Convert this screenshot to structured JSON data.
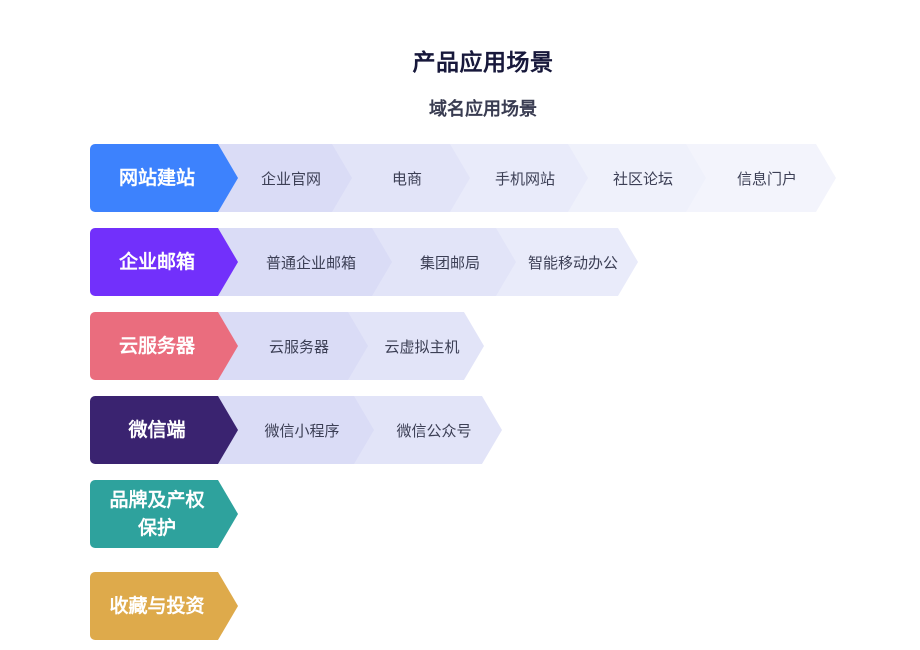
{
  "header": {
    "title": "产品应用场景",
    "subtitle": "域名应用场景"
  },
  "categories": [
    {
      "label": "网站建站",
      "color": "#3d82fd",
      "items": [
        "企业官网",
        "电商",
        "手机网站",
        "社区论坛",
        "信息门户"
      ]
    },
    {
      "label": "企业邮箱",
      "color": "#7230fb",
      "items": [
        "普通企业邮箱",
        "集团邮局",
        "智能移动办公"
      ]
    },
    {
      "label": "云服务器",
      "color": "#ea6d7e",
      "items": [
        "云服务器",
        "云虚拟主机"
      ]
    },
    {
      "label": "微信端",
      "color": "#3a2370",
      "items": [
        "微信小程序",
        "微信公众号"
      ]
    },
    {
      "label": "品牌及产权保护",
      "color": "#2ea29d",
      "items": []
    },
    {
      "label": "收藏与投资",
      "color": "#deaa4b",
      "items": []
    }
  ]
}
